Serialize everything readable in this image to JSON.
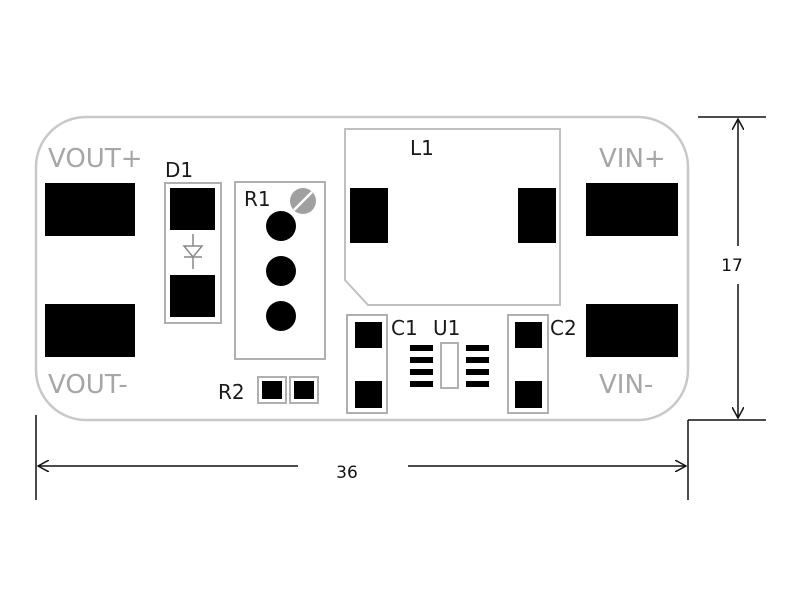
{
  "board": {
    "labels": {
      "vout_plus": "VOUT+",
      "vout_minus": "VOUT-",
      "vin_plus": "VIN+",
      "vin_minus": "VIN-"
    },
    "refdes": {
      "d1": "D1",
      "r1": "R1",
      "r2": "R2",
      "l1": "L1",
      "c1": "C1",
      "c2": "C2",
      "u1": "U1"
    }
  },
  "dimensions": {
    "width": "36",
    "height": "17"
  },
  "colors": {
    "silkscreen": "#a6a6a6",
    "pad": "#000000",
    "outline": "#c8c8c8"
  }
}
